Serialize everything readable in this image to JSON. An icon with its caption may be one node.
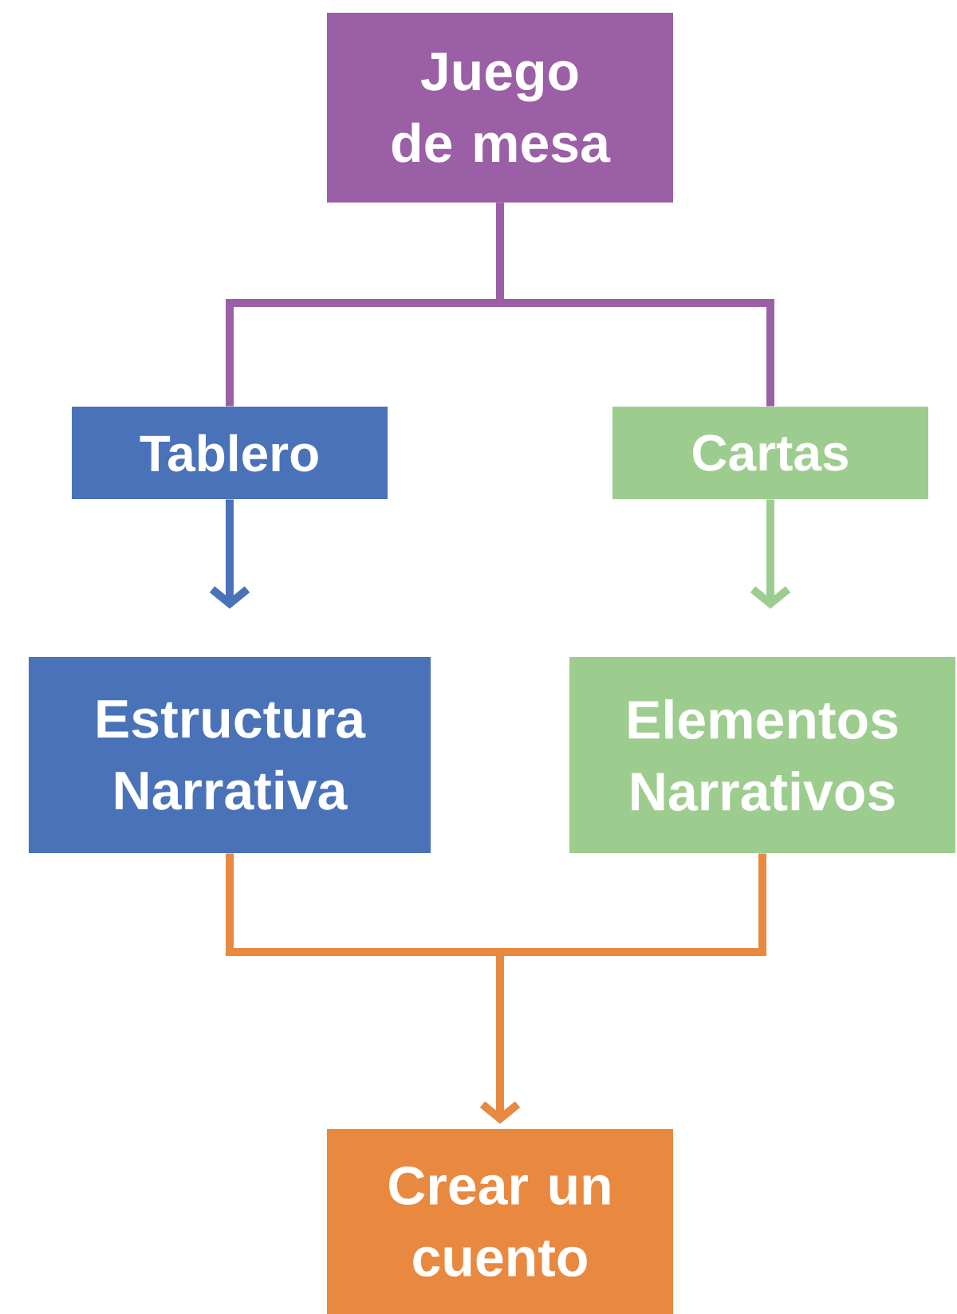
{
  "diagram": {
    "nodes": [
      {
        "text": [
          "Juego de mesa"
        ]
      },
      {
        "text": [
          "Tablero"
        ]
      },
      {
        "text": [
          "Cartas"
        ]
      },
      {
        "text": [
          "Estructura Narrativa"
        ]
      },
      {
        "text": [
          "Elementos Narrativos"
        ]
      },
      {
        "text": [
          "Crear un cuento"
        ]
      }
    ],
    "edges": [
      {
        "from": 0,
        "to": 1,
        "arrow": "none",
        "color": "#9b5fa5"
      },
      {
        "from": 0,
        "to": 2,
        "arrow": "none",
        "color": "#9b5fa5"
      },
      {
        "from": 1,
        "to": 3,
        "arrow": "to",
        "color": "#4a72b8"
      },
      {
        "from": 2,
        "to": 4,
        "arrow": "to",
        "color": "#9dcd8e"
      },
      {
        "from": 3,
        "to": 5,
        "arrow": "to",
        "color": "#e8893f"
      },
      {
        "from": 4,
        "to": 5,
        "arrow": "to",
        "color": "#e8893f"
      }
    ]
  }
}
